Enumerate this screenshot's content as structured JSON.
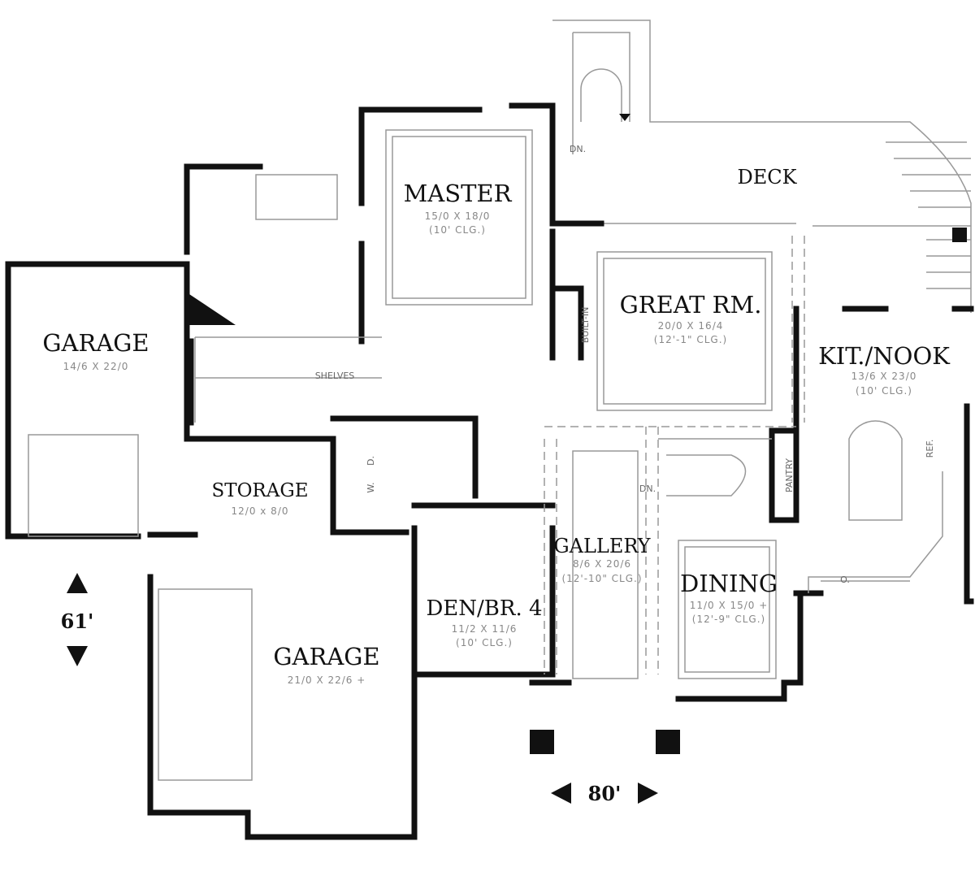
{
  "rooms": {
    "master": {
      "name": "MASTER",
      "size": "15/0 X 18/0",
      "ceiling": "(10' CLG.)"
    },
    "deck": {
      "name": "DECK"
    },
    "great_room": {
      "name": "GREAT RM.",
      "size": "20/0 X 16/4",
      "ceiling": "(12'-1\" CLG.)"
    },
    "kitchen": {
      "name": "KIT./NOOK",
      "size": "13/6 X 23/0",
      "ceiling": "(10' CLG.)"
    },
    "garage_small": {
      "name": "GARAGE",
      "size": "14/6 X 22/0"
    },
    "storage": {
      "name": "STORAGE",
      "size": "12/0 x 8/0"
    },
    "gallery": {
      "name": "GALLERY",
      "size": "8/6 X 20/6",
      "ceiling": "(12'-10\" CLG.)"
    },
    "dining": {
      "name": "DINING",
      "size": "11/0 X 15/0 +",
      "ceiling": "(12'-9\" CLG.)"
    },
    "den": {
      "name": "DEN/BR. 4",
      "size": "11/2 X 11/6",
      "ceiling": "(10' CLG.)"
    },
    "garage_large": {
      "name": "GARAGE",
      "size": "21/0 X 22/6 +"
    }
  },
  "labels": {
    "built_in": "BUILT-IN",
    "shelves": "SHELVES",
    "pantry": "PANTRY",
    "ref": "REF.",
    "dn_deck": "DN.",
    "dn_stair": "DN.",
    "washer": "W.",
    "dryer": "D.",
    "oven": "O."
  },
  "dimensions": {
    "depth": "61'",
    "width": "80'"
  }
}
